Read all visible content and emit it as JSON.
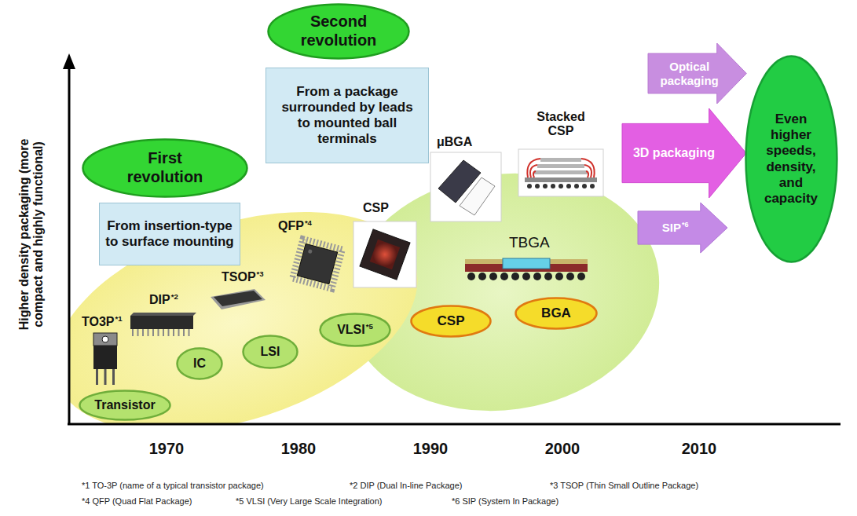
{
  "diagram": {
    "nodes": [
      {
        "text": [
          "Second revolution"
        ]
      },
      {
        "text": [
          "From a package surrounded by leads to mounted ball terminals"
        ]
      },
      {
        "text": [
          "First revolution"
        ]
      },
      {
        "text": [
          "From insertion-type to surface mounting"
        ]
      },
      {
        "text": [
          "Optical packaging"
        ]
      },
      {
        "text": [
          "3D packaging"
        ]
      },
      {
        "text": [
          "SIP",
          "*6"
        ]
      },
      {
        "text": [
          "Even higher speeds, density, and capacity"
        ]
      },
      {
        "text": [
          "Transistor"
        ]
      },
      {
        "text": [
          "IC"
        ]
      },
      {
        "text": [
          "LSI"
        ]
      },
      {
        "text": [
          "VLSI",
          "*5"
        ]
      },
      {
        "text": [
          "CSP"
        ]
      },
      {
        "text": [
          "BGA"
        ]
      }
    ],
    "labels": [
      "Higher density packaging (more compact and highly functional)",
      "TO3P",
      "*1",
      "DIP",
      "*2",
      "TSOP",
      "*3",
      "QFP",
      "*4",
      "CSP",
      "μBGA",
      "Stacked CSP",
      "TBGA",
      "1970",
      "1980",
      "1990",
      "2000",
      "2010",
      "*1 TO-3P (name of a typical transistor package)",
      "*2 DIP (Dual In-line Package)",
      "*3 TSOP (Thin Small Outline Package)",
      "*4 QFP (Quad Flat Package)",
      "*5 VLSI (Very Large Scale Integration)",
      "*6 SIP (System In Package)"
    ]
  }
}
